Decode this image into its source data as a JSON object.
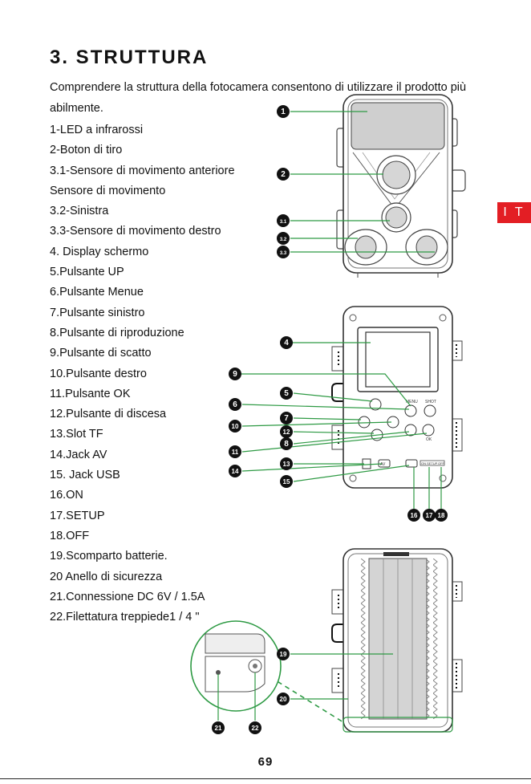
{
  "page": {
    "title": "3. STRUTTURA",
    "intro": "Comprendere la struttura della fotocamera consentono di utilizzare il prodotto più abilmente.",
    "parts": [
      "1-LED a infrarossi",
      "2-Boton di tiro",
      "3.1-Sensore di movimento anteriore",
      "Sensore di movimento",
      "3.2-Sinistra",
      "3.3-Sensore di movimento destro",
      "4. Display schermo",
      "5.Pulsante UP",
      "6.Pulsante Menue",
      "7.Pulsante sinistro",
      "8.Pulsante di riproduzione",
      "9.Pulsante di scatto",
      "10.Pulsante destro",
      "11.Pulsante OK",
      "12.Pulsante di discesa",
      "13.Slot TF",
      "14.Jack AV",
      "15. Jack USB",
      "16.ON",
      "17.SETUP",
      "18.OFF",
      "19.Scomparto batterie.",
      "20 Anello di sicurezza",
      "21.Connessione DC 6V / 1.5A",
      "22.Filettatura treppiede1 / 4 \""
    ],
    "language_tab": "I T",
    "page_number": "69"
  },
  "diagram": {
    "front_callouts": [
      "1",
      "2",
      "3.1",
      "3.2",
      "3.3"
    ],
    "back_callouts": [
      "4",
      "9",
      "5",
      "6",
      "7",
      "10",
      "12",
      "8",
      "11",
      "13",
      "14",
      "15",
      "16",
      "17",
      "18"
    ],
    "interior_callouts": [
      "19",
      "20",
      "21",
      "22"
    ],
    "panel_labels": {
      "menu": "MENU",
      "shot": "SHOT",
      "ok": "OK",
      "av": "AV",
      "on": "ON",
      "setup": "SETUP",
      "off": "OFF"
    },
    "colors": {
      "leader": "#2e9a44",
      "badge": "#111111",
      "tab": "#e31e24",
      "led_panel": "#cfcfcf",
      "battery": "#d4d4d4"
    }
  }
}
